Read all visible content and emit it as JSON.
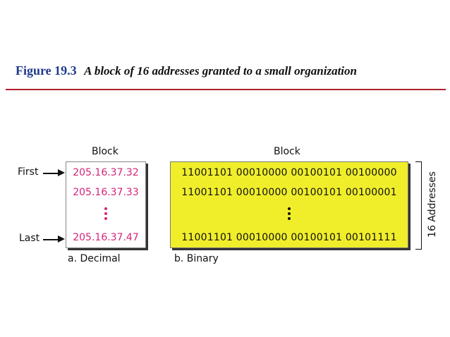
{
  "figure": {
    "label": "Figure 19.3",
    "caption": "A block of 16 addresses granted to a small organization"
  },
  "decimal_panel": {
    "header": "Block",
    "caption": "a. Decimal",
    "first_label": "First",
    "last_label": "Last",
    "rows": [
      "205.16.37.32",
      "205.16.37.33",
      "205.16.37.47"
    ]
  },
  "binary_panel": {
    "header": "Block",
    "caption": "b. Binary",
    "rows": [
      "11001101  00010000  00100101  00100000",
      "11001101  00010000  00100101  00100001",
      "11001101  00010000  00100101  00101111"
    ]
  },
  "bracket_label": "16 Addresses",
  "colors": {
    "title_blue": "#1f3a8a",
    "rule_red": "#b0202a",
    "decimal_text": "#d4257a",
    "binary_fill": "#f0ee2a"
  }
}
